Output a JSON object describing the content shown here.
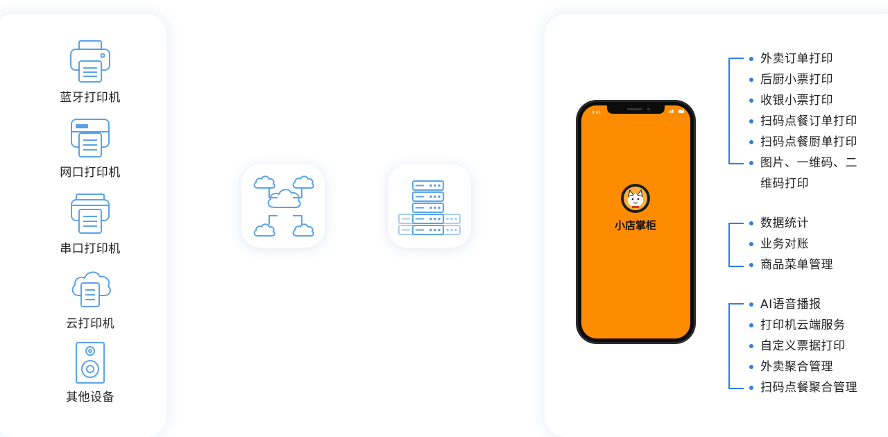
{
  "devices": [
    {
      "label": "蓝牙打印机",
      "icon": "printer-icon"
    },
    {
      "label": "网口打印机",
      "icon": "network-printer-icon"
    },
    {
      "label": "串口打印机",
      "icon": "serial-printer-icon"
    },
    {
      "label": "云打印机",
      "icon": "cloud-printer-icon"
    },
    {
      "label": "其他设备",
      "icon": "speaker-icon"
    }
  ],
  "middle": {
    "cloud_tile_icon": "cloud-network-icon",
    "server_tile_icon": "server-stack-icon"
  },
  "phone": {
    "status_time": "9:41",
    "app_name": "小店掌柜",
    "screen_color": "#FF8C00"
  },
  "features": [
    {
      "items": [
        "外卖订单打印",
        "后厨小票打印",
        "收银小票打印",
        "扫码点餐订单打印",
        "扫码点餐厨单打印",
        "图片、一维码、二",
        "维码打印"
      ]
    },
    {
      "items": [
        "数据统计",
        "业务对账",
        "商品菜单管理"
      ]
    },
    {
      "items": [
        "AI语音播报",
        "打印机云端服务",
        "自定义票据打印",
        "外卖聚合管理",
        "扫码点餐聚合管理"
      ]
    }
  ],
  "colors": {
    "accent": "#2F7EE0",
    "icon_stroke": "#5BA3E6",
    "app_screen": "#FF8C00"
  }
}
